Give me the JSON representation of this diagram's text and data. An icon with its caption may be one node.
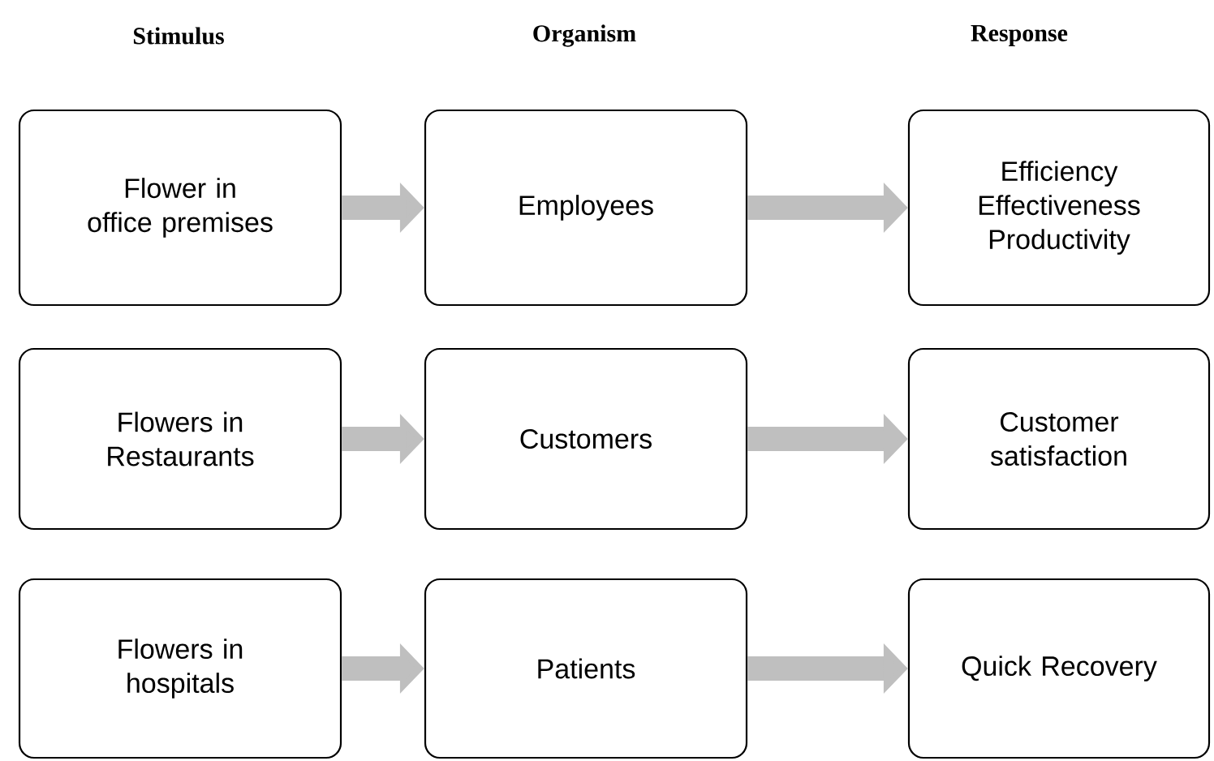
{
  "diagram": {
    "nodes": [
      {
        "text": [
          "Flower in office premises"
        ]
      },
      {
        "text": [
          "Employees"
        ]
      },
      {
        "text": [
          "Efficiency Effectiveness Productivity"
        ]
      },
      {
        "text": [
          "Flowers in Restaurants"
        ]
      },
      {
        "text": [
          "Customers"
        ]
      },
      {
        "text": [
          "Customer satisfaction"
        ]
      },
      {
        "text": [
          "Flowers in hospitals"
        ]
      },
      {
        "text": [
          "Patients"
        ]
      },
      {
        "text": [
          "Quick Recovery"
        ]
      }
    ],
    "edges": [
      {
        "from": 0,
        "to": 1,
        "arrow": "to"
      },
      {
        "from": 1,
        "to": 2,
        "arrow": "to"
      },
      {
        "from": 3,
        "to": 4,
        "arrow": "to"
      },
      {
        "from": 4,
        "to": 5,
        "arrow": "to"
      },
      {
        "from": 6,
        "to": 7,
        "arrow": "to"
      },
      {
        "from": 7,
        "to": 8,
        "arrow": "to"
      }
    ],
    "labels": [
      "Stimulus",
      "Organism",
      "Response"
    ]
  }
}
